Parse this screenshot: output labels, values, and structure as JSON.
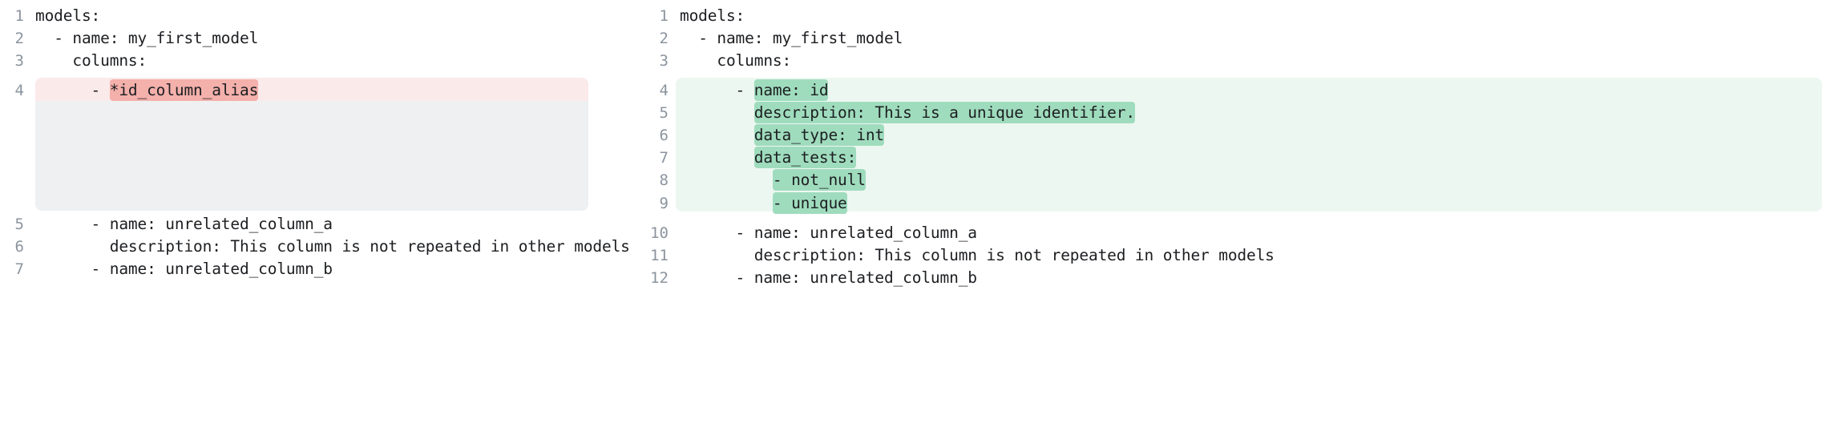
{
  "view": {
    "kind": "side-by-side-code-diff",
    "language": "yaml",
    "colors": {
      "deleted_line_background": "#fbeaea",
      "deleted_token_background": "#f4b0ab",
      "added_line_background": "#edf7f1",
      "added_token_background": "#9fdcbd",
      "placeholder_block_background": "#eef0f2",
      "line_number_color": "#8b949e",
      "text_color": "#1c1e21",
      "page_background": "#ffffff"
    }
  },
  "panes": {
    "before": {
      "lines": [
        {
          "number": "1",
          "indent": "",
          "plain": "models:",
          "token": "",
          "tail": "",
          "state": "context"
        },
        {
          "number": "2",
          "indent": "  ",
          "plain": "- name: my_first_model",
          "token": "",
          "tail": "",
          "state": "context"
        },
        {
          "number": "3",
          "indent": "    ",
          "plain": "columns:",
          "token": "",
          "tail": "",
          "state": "context"
        },
        {
          "number": "4",
          "indent": "      ",
          "plain": "- ",
          "token": "*id_column_alias",
          "tail": "",
          "state": "deleted"
        },
        {
          "number": "5",
          "indent": "      ",
          "plain": "- name: unrelated_column_a",
          "token": "",
          "tail": "",
          "state": "context"
        },
        {
          "number": "6",
          "indent": "        ",
          "plain": "description: This column is not repeated in other models",
          "token": "",
          "tail": "",
          "state": "context"
        },
        {
          "number": "7",
          "indent": "      ",
          "plain": "- name: unrelated_column_b",
          "token": "",
          "tail": "",
          "state": "context"
        }
      ]
    },
    "after": {
      "lines": [
        {
          "number": "1",
          "indent": "",
          "plain": "models:",
          "token": "",
          "tail": "",
          "state": "context"
        },
        {
          "number": "2",
          "indent": "  ",
          "plain": "- name: my_first_model",
          "token": "",
          "tail": "",
          "state": "context"
        },
        {
          "number": "3",
          "indent": "    ",
          "plain": "columns:",
          "token": "",
          "tail": "",
          "state": "context"
        },
        {
          "number": "4",
          "indent": "      ",
          "plain": "- ",
          "token": "name: id",
          "tail": "",
          "state": "added"
        },
        {
          "number": "5",
          "indent": "        ",
          "plain": "",
          "token": "description: This is a unique identifier.",
          "tail": "",
          "state": "added"
        },
        {
          "number": "6",
          "indent": "        ",
          "plain": "",
          "token": "data_type: int",
          "tail": "",
          "state": "added"
        },
        {
          "number": "7",
          "indent": "        ",
          "plain": "",
          "token": "data_tests:",
          "tail": "",
          "state": "added"
        },
        {
          "number": "8",
          "indent": "          ",
          "plain": "",
          "token": "- not_null",
          "tail": "",
          "state": "added"
        },
        {
          "number": "9",
          "indent": "          ",
          "plain": "",
          "token": "- unique",
          "tail": "",
          "state": "added"
        },
        {
          "number": "10",
          "indent": "      ",
          "plain": "- name: unrelated_column_a",
          "token": "",
          "tail": "",
          "state": "context"
        },
        {
          "number": "11",
          "indent": "        ",
          "plain": "description: This column is not repeated in other models",
          "token": "",
          "tail": "",
          "state": "context"
        },
        {
          "number": "12",
          "indent": "      ",
          "plain": "- name: unrelated_column_b",
          "token": "",
          "tail": "",
          "state": "context"
        }
      ]
    }
  }
}
